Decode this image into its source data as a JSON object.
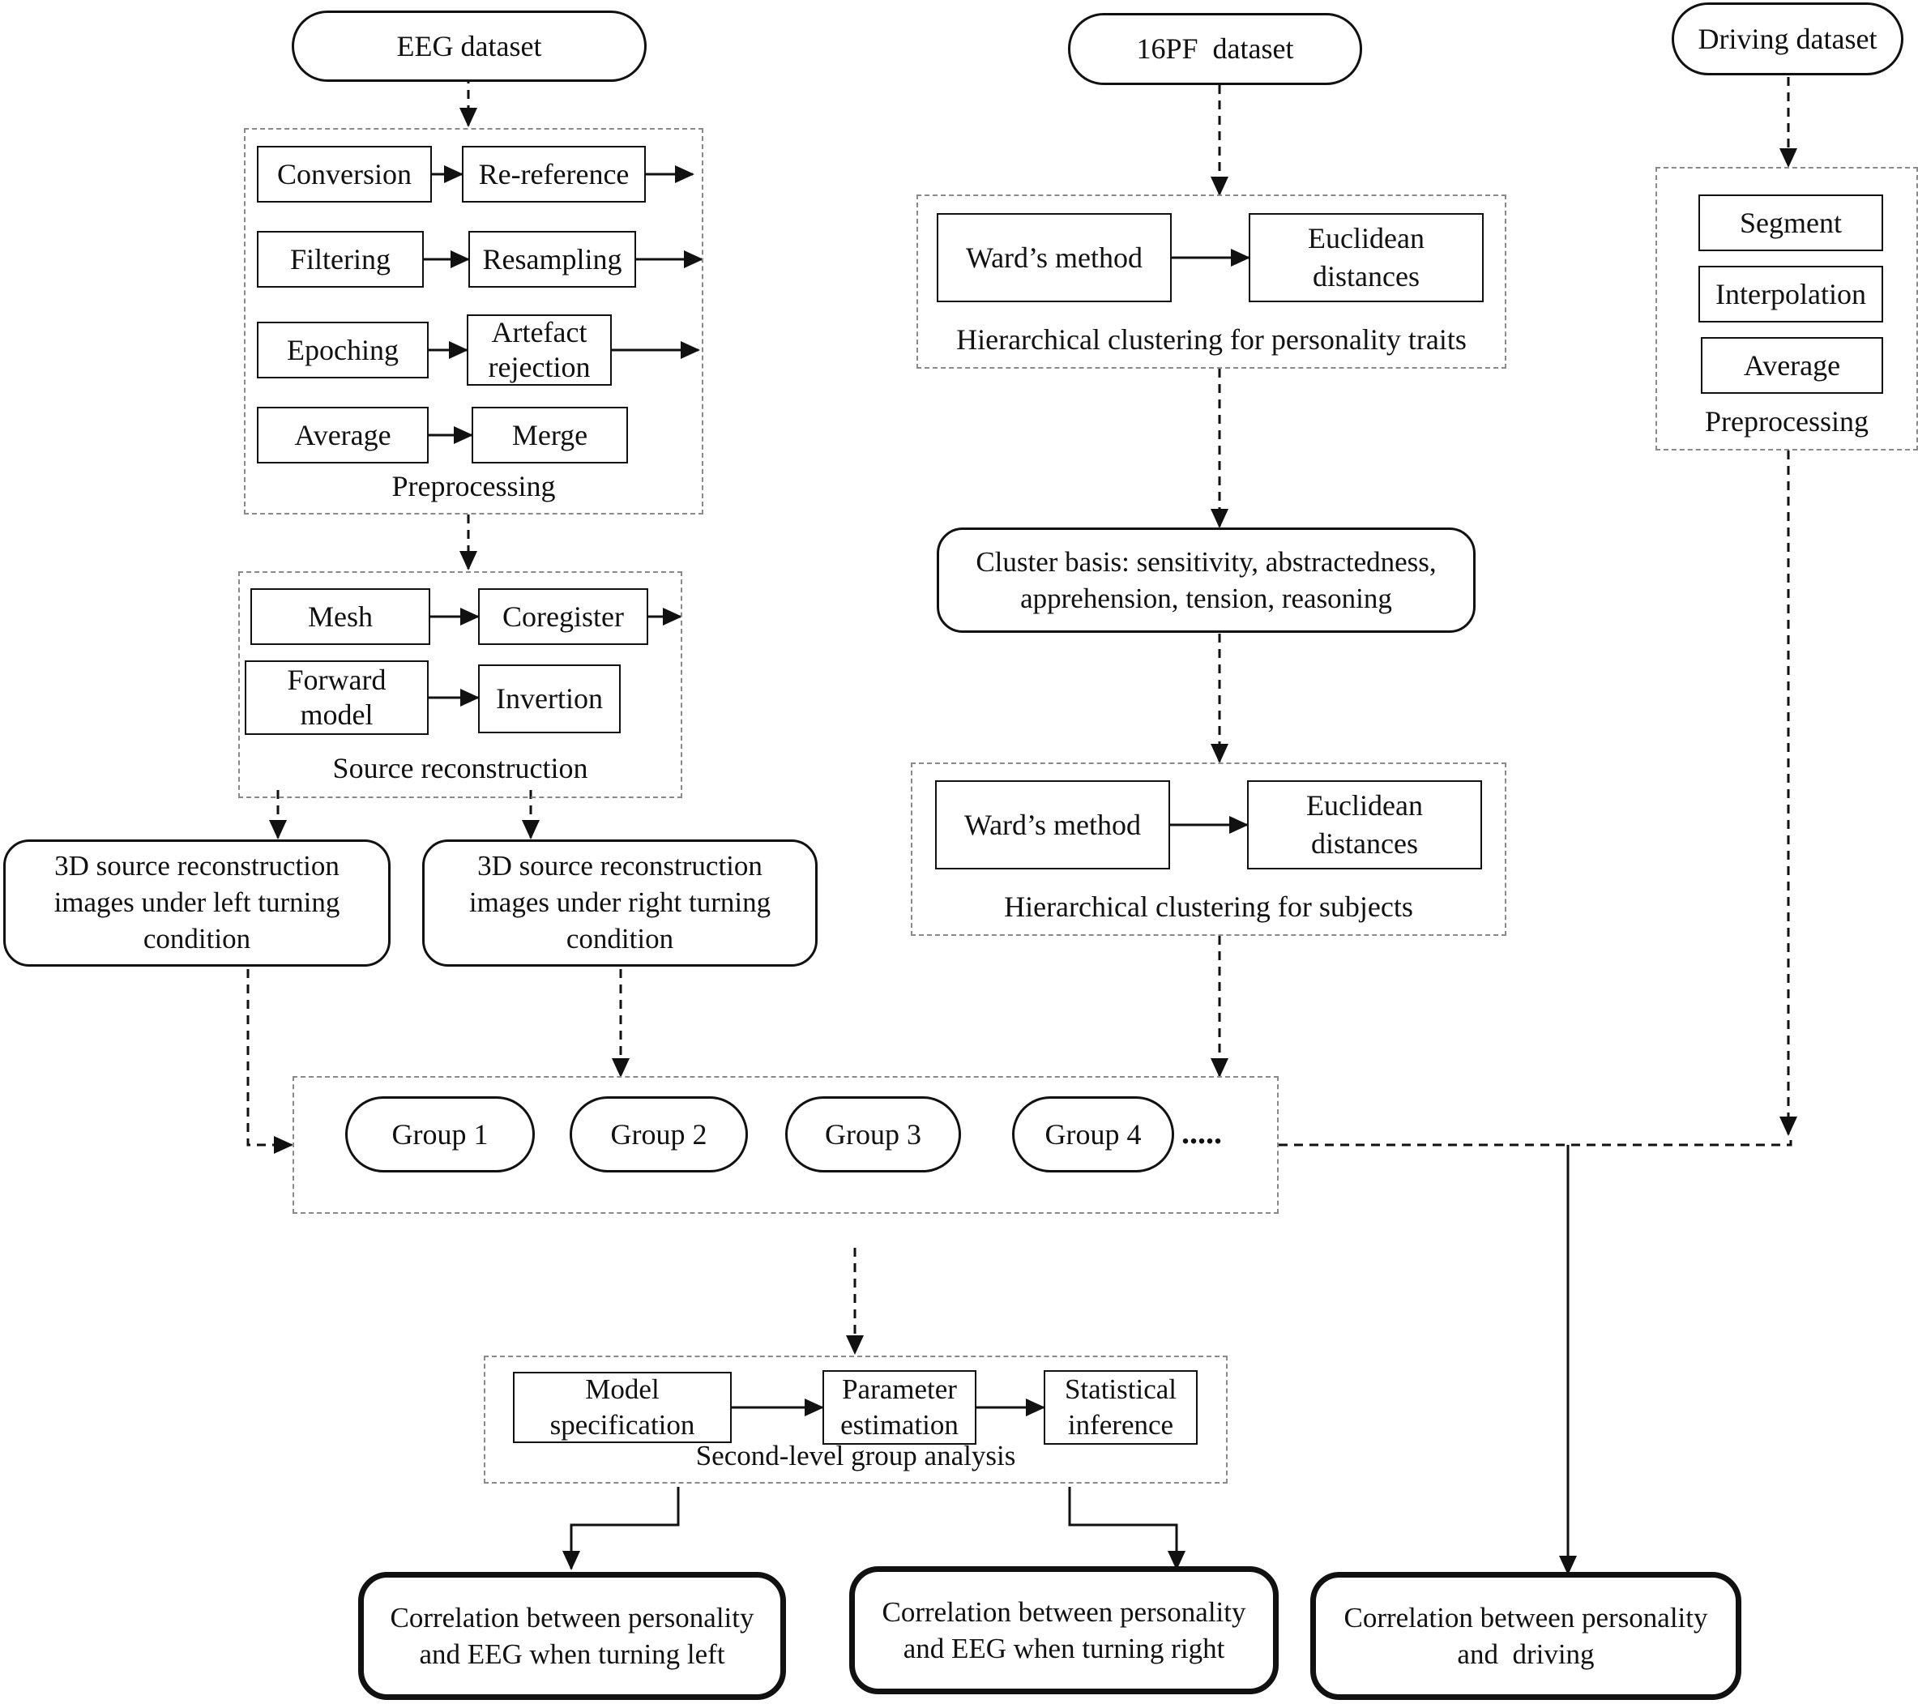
{
  "datasets": {
    "eeg": "EEG dataset",
    "pf16": "16PF  dataset",
    "driving": "Driving dataset"
  },
  "eeg_preprocessing": {
    "caption": "Preprocessing",
    "steps": {
      "conversion": "Conversion",
      "rereference": "Re-reference",
      "filtering": "Filtering",
      "resampling": "Resampling",
      "epoching": "Epoching",
      "artefact": "Artefact\nrejection",
      "average": "Average",
      "merge": "Merge"
    }
  },
  "source_reconstruction": {
    "caption": "Source reconstruction",
    "steps": {
      "mesh": "Mesh",
      "coregister": "Coregister",
      "forward": "Forward\nmodel",
      "invertion": "Invertion"
    }
  },
  "images": {
    "left": "3D source reconstruction\nimages under left turning\ncondition",
    "right": "3D source reconstruction\nimages under right turning\ncondition"
  },
  "personality_clustering": {
    "caption": "Hierarchical clustering for personality traits",
    "ward": "Ward’s method",
    "euclid": "Euclidean\ndistances"
  },
  "cluster_basis": "Cluster basis: sensitivity, abstractedness,\napprehension, tension, reasoning",
  "subject_clustering": {
    "caption": "Hierarchical clustering for subjects",
    "ward": "Ward’s method",
    "euclid": "Euclidean\ndistances"
  },
  "driving_preprocessing": {
    "caption": "Preprocessing",
    "segment": "Segment",
    "interpolation": "Interpolation",
    "average": "Average"
  },
  "groups": [
    "Group 1",
    "Group 2",
    "Group 3",
    "Group 4"
  ],
  "groups_ellipsis": ".....",
  "second_level": {
    "caption": "Second-level group analysis",
    "model": "Model\nspecification",
    "parameter": "Parameter\nestimation",
    "statistical": "Statistical\ninference"
  },
  "outcomes": {
    "left": "Correlation between personality\nand EEG when turning left",
    "right": "Correlation between personality\nand EEG when turning right",
    "driving": "Correlation between personality\nand  driving"
  }
}
